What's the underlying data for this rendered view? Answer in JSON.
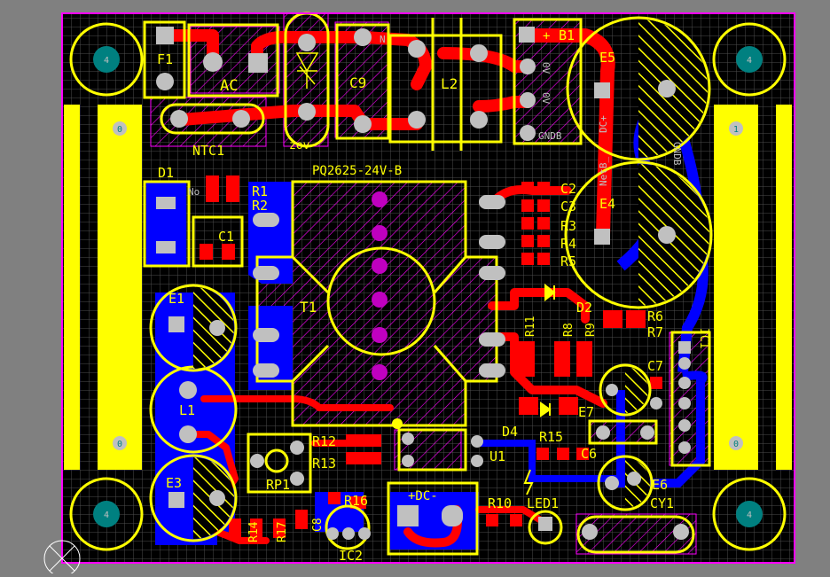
{
  "board": {
    "title": "PQ2625-24V-B",
    "colors": {
      "canvas": "#808080",
      "board_bg": "#000000",
      "grid": "#4a4a4a",
      "outline": "#ff00ff",
      "top_copper": "#ff0000",
      "bottom_copper": "#0000ff",
      "silkscreen": "#ffff00",
      "pad": "#c0c0c0",
      "via": "#c000c0",
      "mount_hole": "#008080"
    }
  },
  "mount_holes": [
    {
      "label": "4"
    },
    {
      "label": "4"
    },
    {
      "label": "4"
    },
    {
      "label": "4"
    }
  ],
  "bars": [
    {
      "label": "0"
    },
    {
      "label": "0"
    },
    {
      "label": "1"
    },
    {
      "label": "0"
    }
  ],
  "designators": {
    "F1": "F1",
    "AC": "AC",
    "NTC1": "NTC1",
    "ZOV": "zov",
    "C9": "C9",
    "L2": "L2",
    "B1": "B1",
    "E5": "E5",
    "E4": "E4",
    "D1": "D1",
    "C1": "C1",
    "R1": "R1",
    "R2": "R2",
    "T1": "T1",
    "C2": "C2",
    "C3": "C3",
    "R3": "R3",
    "R4": "R4",
    "R5": "R5",
    "D2": "D2",
    "R6": "R6",
    "R7": "R7",
    "IC1": "IC1",
    "R11": "R11",
    "R8": "R8",
    "R9": "R9",
    "C7": "C7",
    "E7": "E7",
    "E1": "E1",
    "L1": "L1",
    "D4": "D4",
    "R15": "R15",
    "C6": "C6",
    "R12": "R12",
    "R13": "R13",
    "U1": "U1",
    "E6": "E6",
    "E3": "E3",
    "RP1": "RP1",
    "R16": "R16",
    "DC": "+DC-",
    "R10": "R10",
    "LED1": "LED1",
    "CY1": "CY1",
    "R14": "R14",
    "R17": "R17",
    "C8": "C8",
    "IC2": "IC2"
  },
  "net_labels": {
    "plus": "+",
    "n": "N",
    "out1": "0V",
    "out2": "0V",
    "gndb": "GNDB",
    "dc_plus": "DC+",
    "netb": "NetB_",
    "gnd_v": "GNDB"
  },
  "pin_labels": {
    "d1_pin": "No"
  }
}
